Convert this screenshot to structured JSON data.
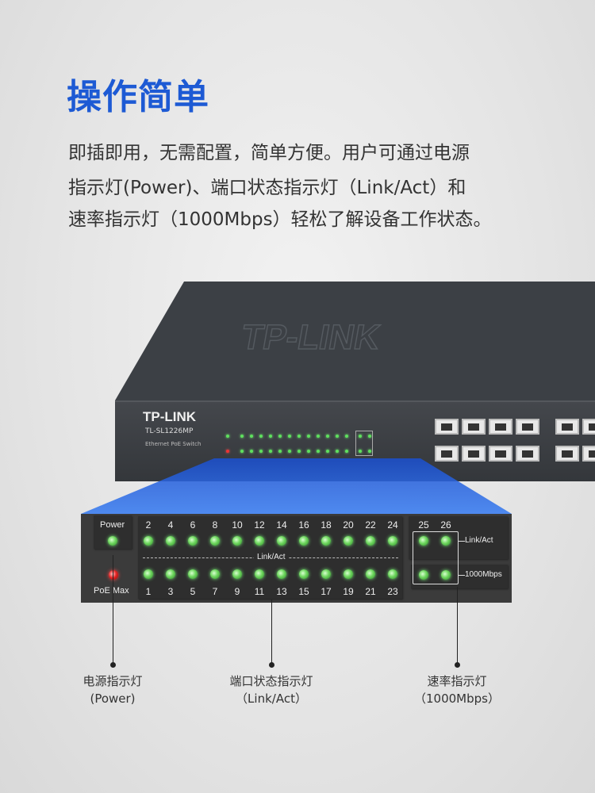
{
  "title": "操作简单",
  "description": [
    "即插即用，无需配置，简单方便。用户可通过电源",
    "指示灯(Power)、端口状态指示灯（Link/Act）和",
    "速率指示灯（1000Mbps）轻松了解设备工作状态。"
  ],
  "switch": {
    "brand": "TP-LINK",
    "model": "TL-SL1226MP",
    "type": "Ethernet PoE Switch"
  },
  "panel": {
    "power_label": "Power",
    "poe_label": "PoE Max",
    "top_ports": [
      "2",
      "4",
      "6",
      "8",
      "10",
      "12",
      "14",
      "16",
      "18",
      "20",
      "22",
      "24"
    ],
    "bottom_ports": [
      "1",
      "3",
      "5",
      "7",
      "9",
      "11",
      "13",
      "15",
      "17",
      "19",
      "21",
      "23"
    ],
    "link_act_label": "Link/Act",
    "uplink_ports": [
      "25",
      "26"
    ],
    "uplink_link_label": "Link/Act",
    "uplink_speed_label": "1000Mbps",
    "colors": {
      "led_on": "#6ed65e",
      "poe_led": "#e02020"
    }
  },
  "callouts": [
    {
      "name": "电源指示灯",
      "sub": "(Power)"
    },
    {
      "name": "端口状态指示灯",
      "sub": "（Link/Act）"
    },
    {
      "name": "速率指示灯",
      "sub": "（1000Mbps）"
    }
  ],
  "colors": {
    "title": "#1d5ad4"
  }
}
